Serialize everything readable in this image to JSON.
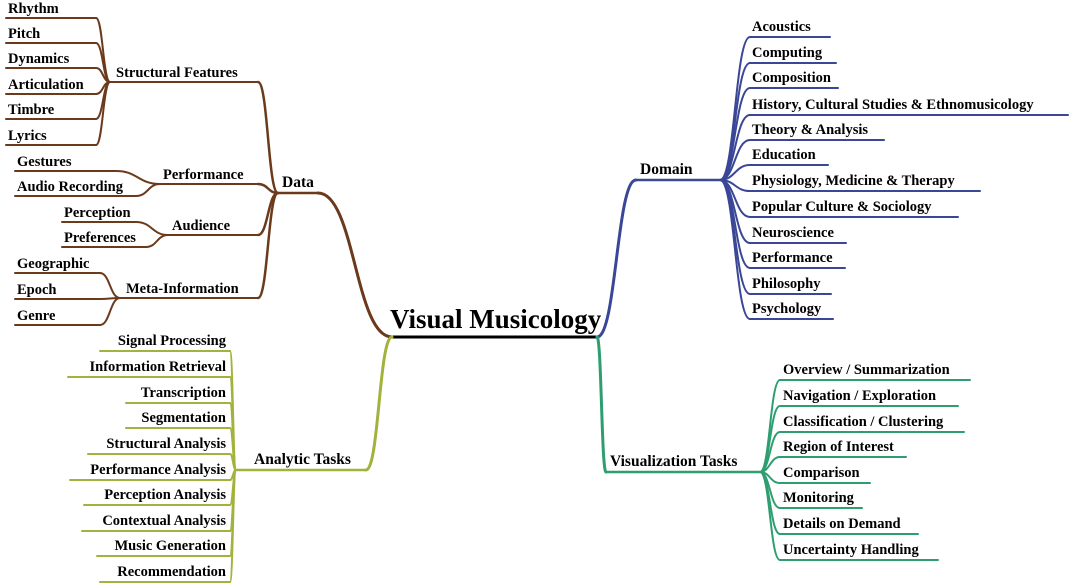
{
  "root": {
    "label": "Visual Musicology"
  },
  "colors": {
    "root": "#000000",
    "data": "#6b3a1c",
    "domain": "#3a4696",
    "analytic": "#a3b23c",
    "visualization": "#2e9e70"
  },
  "data_branch": {
    "label": "Data",
    "groups": [
      {
        "label": "Structural Features",
        "children": [
          "Rhythm",
          "Pitch",
          "Dynamics",
          "Articulation",
          "Timbre",
          "Lyrics"
        ]
      },
      {
        "label": "Performance",
        "children": [
          "Gestures",
          "Audio Recording"
        ]
      },
      {
        "label": "Audience",
        "children": [
          "Perception",
          "Preferences"
        ]
      },
      {
        "label": "Meta-Information",
        "children": [
          "Geographic",
          "Epoch",
          "Genre"
        ]
      }
    ]
  },
  "analytic_branch": {
    "label": "Analytic Tasks",
    "children": [
      "Signal Processing",
      "Information Retrieval",
      "Transcription",
      "Segmentation",
      "Structural Analysis",
      "Performance Analysis",
      "Perception Analysis",
      "Contextual Analysis",
      "Music Generation",
      "Recommendation"
    ]
  },
  "domain_branch": {
    "label": "Domain",
    "children": [
      "Acoustics",
      "Computing",
      "Composition",
      "History, Cultural Studies & Ethnomusicology",
      "Theory & Analysis",
      "Education",
      "Physiology, Medicine & Therapy",
      "Popular Culture & Sociology",
      "Neuroscience",
      "Performance",
      "Philosophy",
      "Psychology"
    ]
  },
  "visualization_branch": {
    "label": "Visualization Tasks",
    "children": [
      "Overview / Summarization",
      "Navigation / Exploration",
      "Classification / Clustering",
      "Region of Interest",
      "Comparison",
      "Monitoring",
      "Details on Demand",
      "Uncertainty Handling"
    ]
  }
}
